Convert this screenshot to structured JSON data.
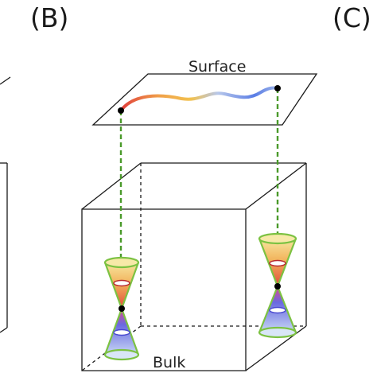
{
  "panels": {
    "left_label": "(B)",
    "right_label": "(C)"
  },
  "labels": {
    "surface": "Surface",
    "bulk": "Bulk"
  },
  "colors": {
    "line": "#1a1a1a",
    "dashed_connector": "#4a9a2a",
    "cone_outline": "#7cc242",
    "dot": "#000000",
    "curve_red": "#e03a3a",
    "curve_yellow": "#f2c14e",
    "curve_blue": "#4a6fe0",
    "curve_lightblue": "#9fb6e8"
  }
}
